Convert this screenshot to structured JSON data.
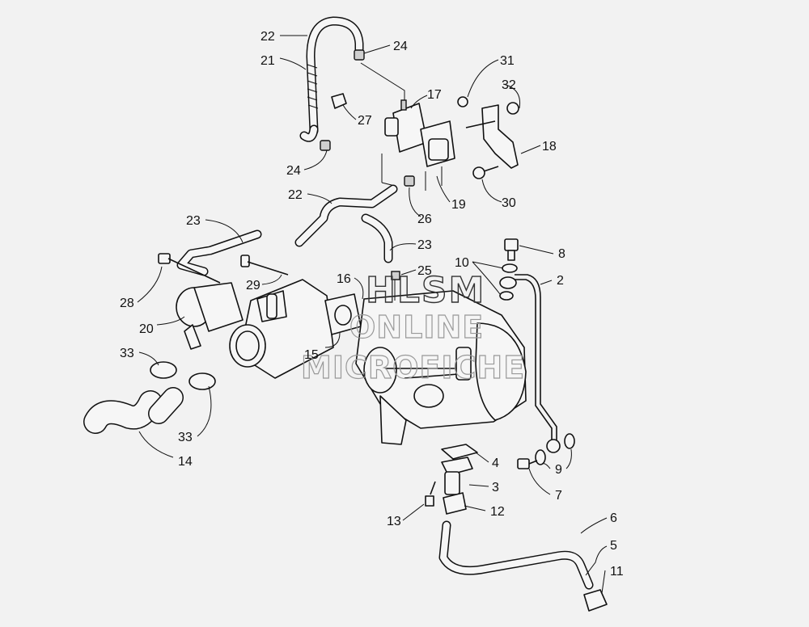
{
  "labels": {
    "l1": "2",
    "l2": "3",
    "l3": "4",
    "l4": "5",
    "l5": "6",
    "l6": "7",
    "l7": "8",
    "l8": "9",
    "l9": "10",
    "l10": "11",
    "l11": "12",
    "l12": "13",
    "l13": "14",
    "l14": "15",
    "l15": "16",
    "l16": "17",
    "l17": "18",
    "l18": "19",
    "l19": "20",
    "l20": "21",
    "l21": "22",
    "l22": "22",
    "l23": "23",
    "l24": "23",
    "l25": "24",
    "l26": "24",
    "l27": "25",
    "l28": "26",
    "l29": "27",
    "l30": "28",
    "l31": "29",
    "l32": "30",
    "l33": "31",
    "l34": "32",
    "l35": "33",
    "l36": "33"
  },
  "watermark": {
    "line1": "HLSM",
    "line2": "ONLINE",
    "line3": "MICROFICHE"
  },
  "colors": {
    "ink": "#111111",
    "paper": "#f2f2f2"
  }
}
